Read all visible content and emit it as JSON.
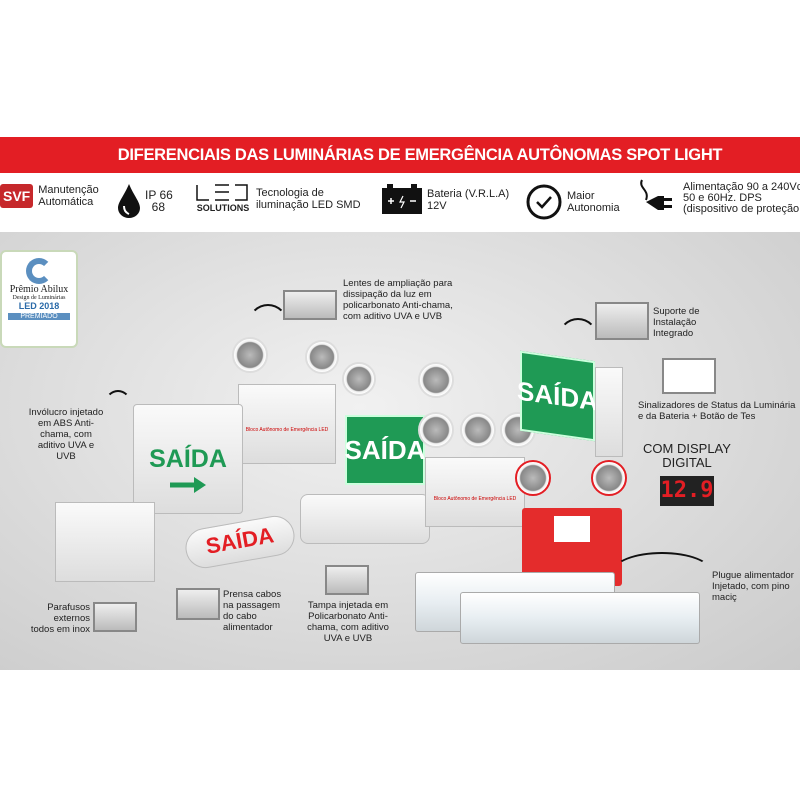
{
  "banner": {
    "title": "DIFERENCIAIS DAS LUMINÁRIAS DE EMERGÊNCIA AUTÔNOMAS SPOT LIGHT"
  },
  "features": [
    {
      "icon": "svf-badge",
      "badge": "SVF",
      "line1": "Manutenção",
      "line2": "Automática"
    },
    {
      "icon": "water-drop",
      "line1": "IP 66",
      "line2": "68"
    },
    {
      "icon": "led-logo",
      "badge": "SOLUTIONS",
      "line1": "Tecnologia de",
      "line2": "iluminação LED SMD"
    },
    {
      "icon": "battery",
      "line1": "Bateria (V.R.L.A)",
      "line2": "12V"
    },
    {
      "icon": "clock",
      "line1": "Maior",
      "line2": "Autonomia"
    },
    {
      "icon": "power-plug",
      "line1": "Alimentação 90 a 240Vc",
      "line2": "50 e 60Hz. DPS",
      "line3": "(dispositivo de proteção"
    }
  ],
  "award": {
    "line1": "Prêmio Abilux",
    "line2": "Design de Luminárias",
    "line3": "LED 2018",
    "badge": "PREMIADO"
  },
  "notes": {
    "lentes": "Lentes de ampliação para dissipação da luz em policarbonato Anti-chama, com aditivo UVA e UVB",
    "suporte": "Suporte de Instalação Integrado",
    "sinalizadores": "Sinalizadores de Status da Luminária e da Bateria + Botão de Tes",
    "display_title": "COM DISPLAY DIGITAL",
    "display_value": "12.9",
    "involucro": "Invólucro injetado em ABS Anti-chama, com aditivo UVA e UVB",
    "parafusos": "Parafusos externos todos em inox",
    "prensa": "Prensa cabos na passagem do cabo alimentador",
    "tampa": "Tampa injetada em Policarbonato Anti-chama, com aditivo UVA e UVB",
    "plugue": "Plugue alimentador Injetado, com pino maciç"
  },
  "products": {
    "saida": "SAÍDA",
    "bloco": "Bloco Autônomo de Emergência LED",
    "brand": "Spot Light"
  }
}
